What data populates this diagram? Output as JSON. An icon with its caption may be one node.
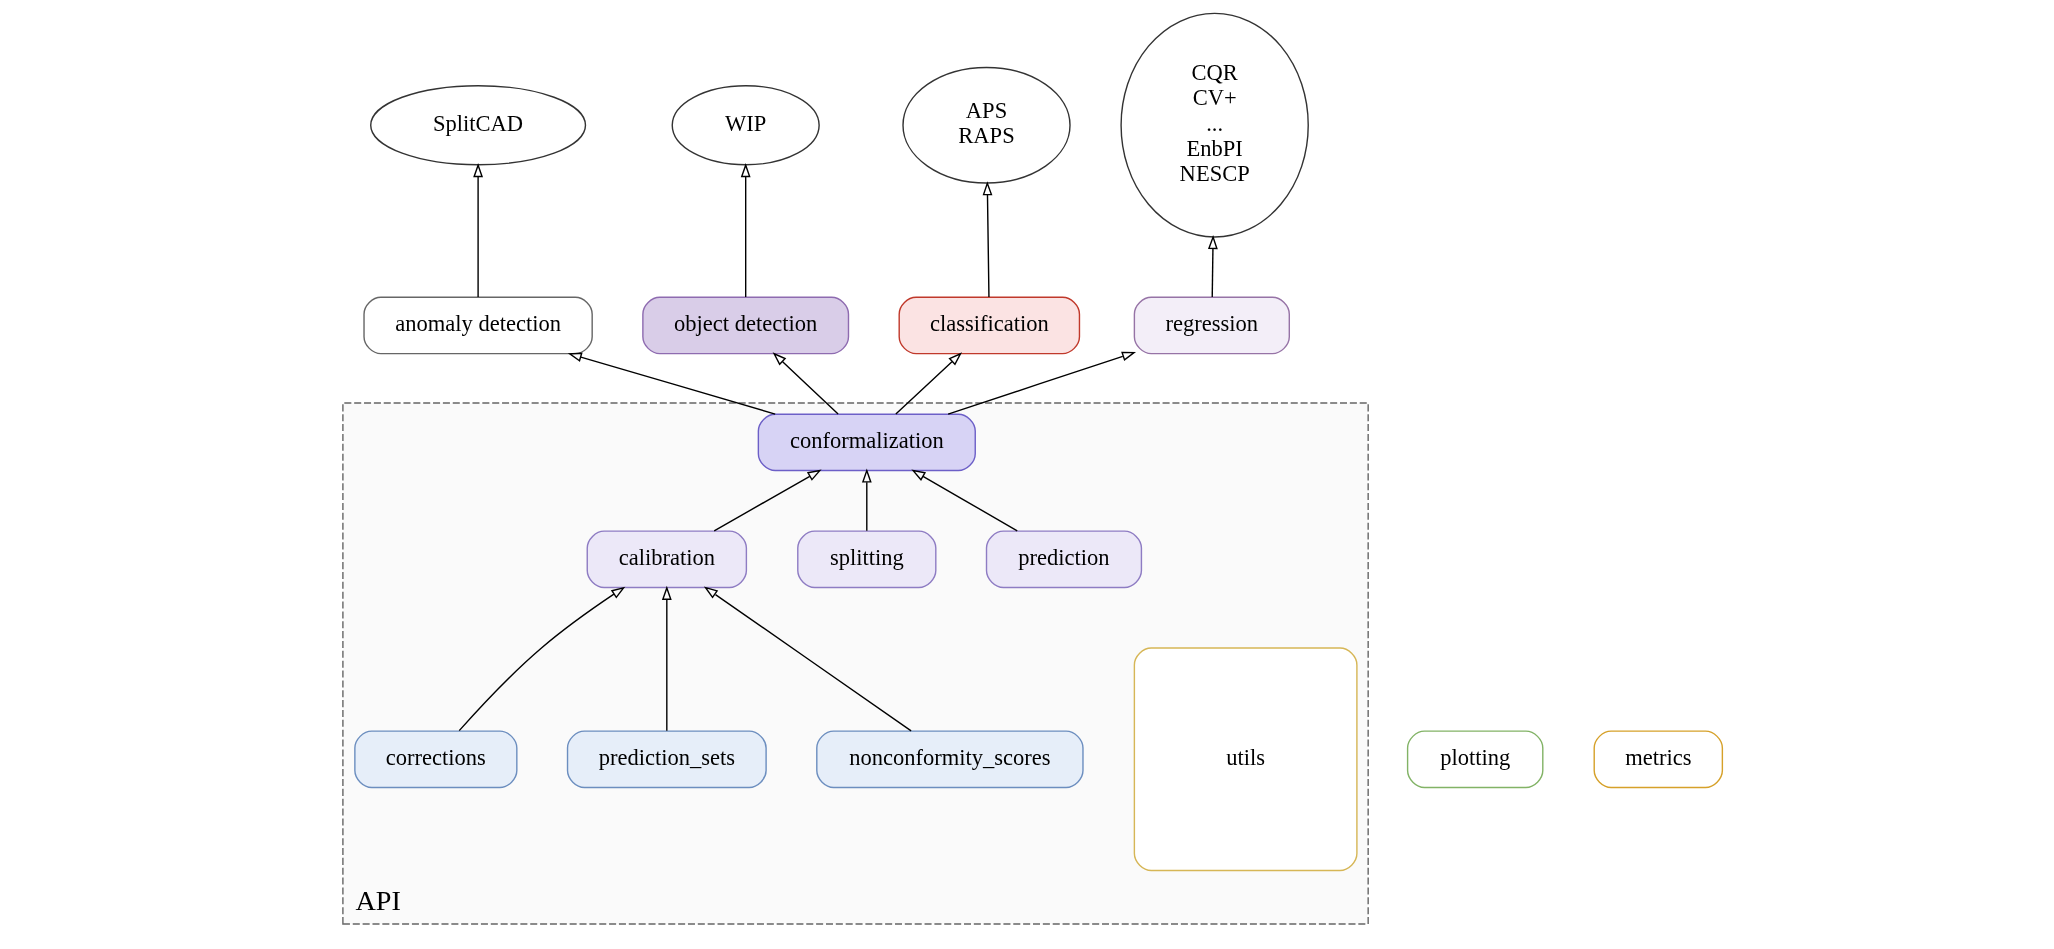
{
  "diagram": {
    "nodes": [
      {
        "text": [
          "SplitCAD"
        ]
      },
      {
        "text": [
          "WIP"
        ]
      },
      {
        "text": [
          "APS",
          "RAPS"
        ]
      },
      {
        "text": [
          "CQR",
          "CV+",
          "...",
          "EnbPI",
          "NESCP"
        ]
      },
      {
        "text": [
          "plotting"
        ]
      },
      {
        "text": [
          "metrics"
        ]
      },
      {
        "text": [
          "anomaly detection"
        ]
      },
      {
        "text": [
          "object detection"
        ]
      },
      {
        "text": [
          "classification"
        ]
      },
      {
        "text": [
          "regression"
        ]
      },
      {
        "text": [
          "API"
        ]
      },
      {
        "text": [
          "utils"
        ],
        "in": 10
      },
      {
        "text": [
          "conformalization"
        ],
        "in": 10
      },
      {
        "text": [
          "prediction"
        ],
        "in": 10
      },
      {
        "text": [
          "calibration"
        ],
        "in": 10
      },
      {
        "text": [
          "splitting"
        ],
        "in": 10
      },
      {
        "text": [
          "nonconformity_scores"
        ],
        "in": 10
      },
      {
        "text": [
          "prediction_sets"
        ],
        "in": 10
      },
      {
        "text": [
          "corrections"
        ],
        "in": 10
      }
    ],
    "edges": [
      {
        "from": 6,
        "to": 0,
        "arrow": "to"
      },
      {
        "from": 7,
        "to": 1,
        "arrow": "to"
      },
      {
        "from": 8,
        "to": 2,
        "arrow": "to"
      },
      {
        "from": 9,
        "to": 3,
        "arrow": "to"
      },
      {
        "from": 12,
        "to": 6,
        "arrow": "to"
      },
      {
        "from": 12,
        "to": 7,
        "arrow": "to"
      },
      {
        "from": 12,
        "to": 8,
        "arrow": "to"
      },
      {
        "from": 12,
        "to": 9,
        "arrow": "to"
      },
      {
        "from": 13,
        "to": 12,
        "arrow": "to"
      },
      {
        "from": 14,
        "to": 12,
        "arrow": "to"
      },
      {
        "from": 15,
        "to": 12,
        "arrow": "to"
      },
      {
        "from": 16,
        "to": 14,
        "arrow": "to"
      },
      {
        "from": 18,
        "to": 14,
        "arrow": "to"
      },
      {
        "from": 17,
        "to": 14,
        "arrow": "to"
      }
    ]
  }
}
